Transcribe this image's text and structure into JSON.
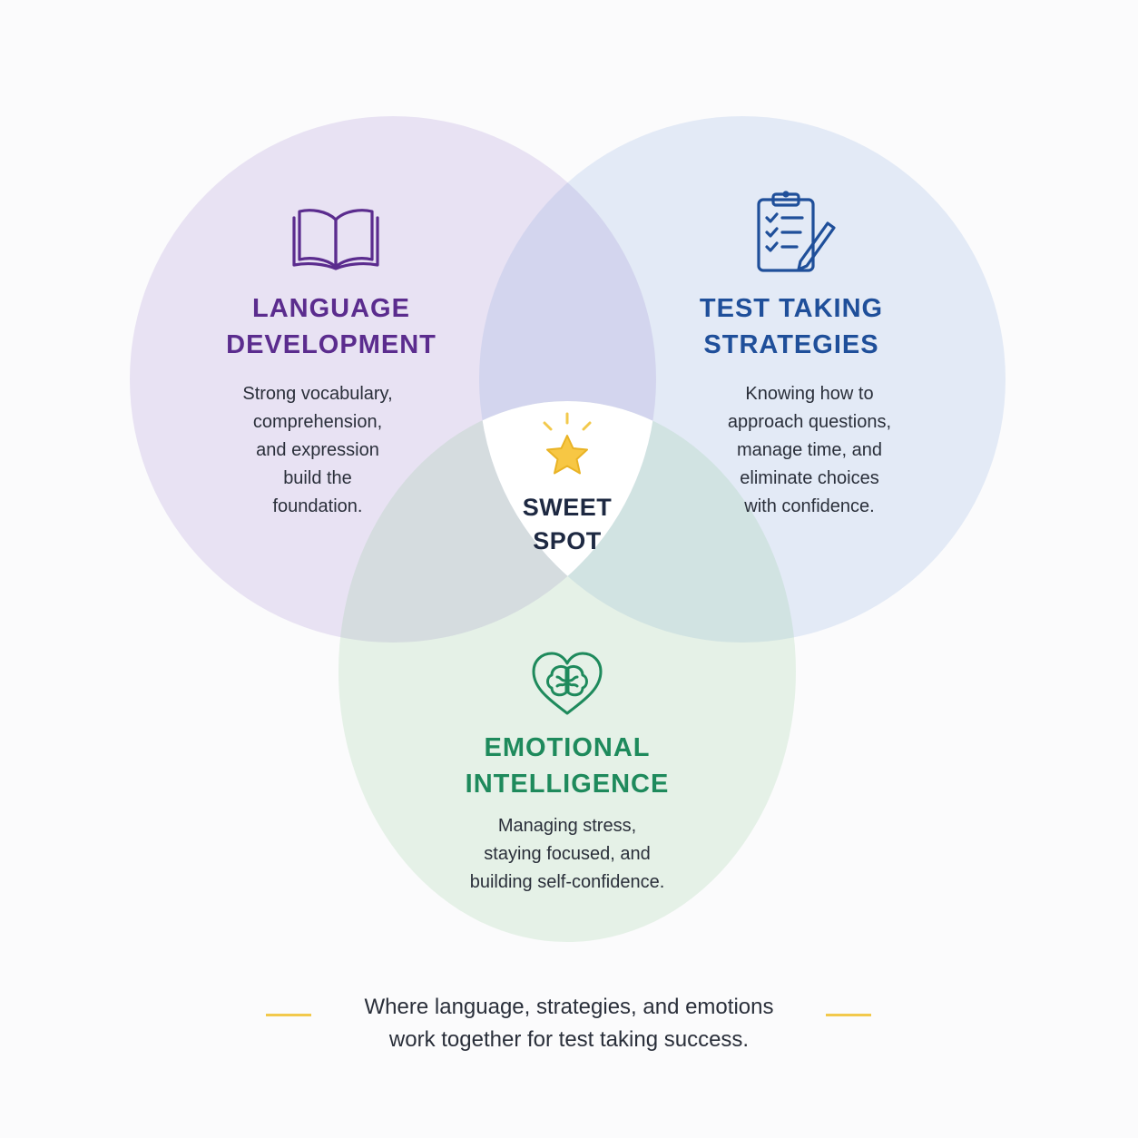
{
  "colors": {
    "language": "#5b2c8e",
    "test": "#1f4f9a",
    "emotional": "#1e8a5c",
    "sweet": "#1e2942",
    "accent": "#f2c94c"
  },
  "circles": [
    {
      "id": "language",
      "title": "LANGUAGE\nDEVELOPMENT",
      "description": "Strong vocabulary,\ncomprehension,\nand expression\nbuild the\nfoundation.",
      "icon": "open-book-icon"
    },
    {
      "id": "test",
      "title": "TEST TAKING\nSTRATEGIES",
      "description": "Knowing how to\napproach questions,\nmanage time, and\neliminate choices\nwith confidence.",
      "icon": "clipboard-checklist-icon"
    },
    {
      "id": "emotional",
      "title": "EMOTIONAL\nINTELLIGENCE",
      "description": "Managing stress,\nstaying focused, and\nbuilding self-confidence.",
      "icon": "heart-brain-icon"
    }
  ],
  "center": {
    "label": "SWEET\nSPOT",
    "icon": "star-icon"
  },
  "footer": {
    "text": "Where language, strategies, and emotions\nwork together for test taking success."
  }
}
